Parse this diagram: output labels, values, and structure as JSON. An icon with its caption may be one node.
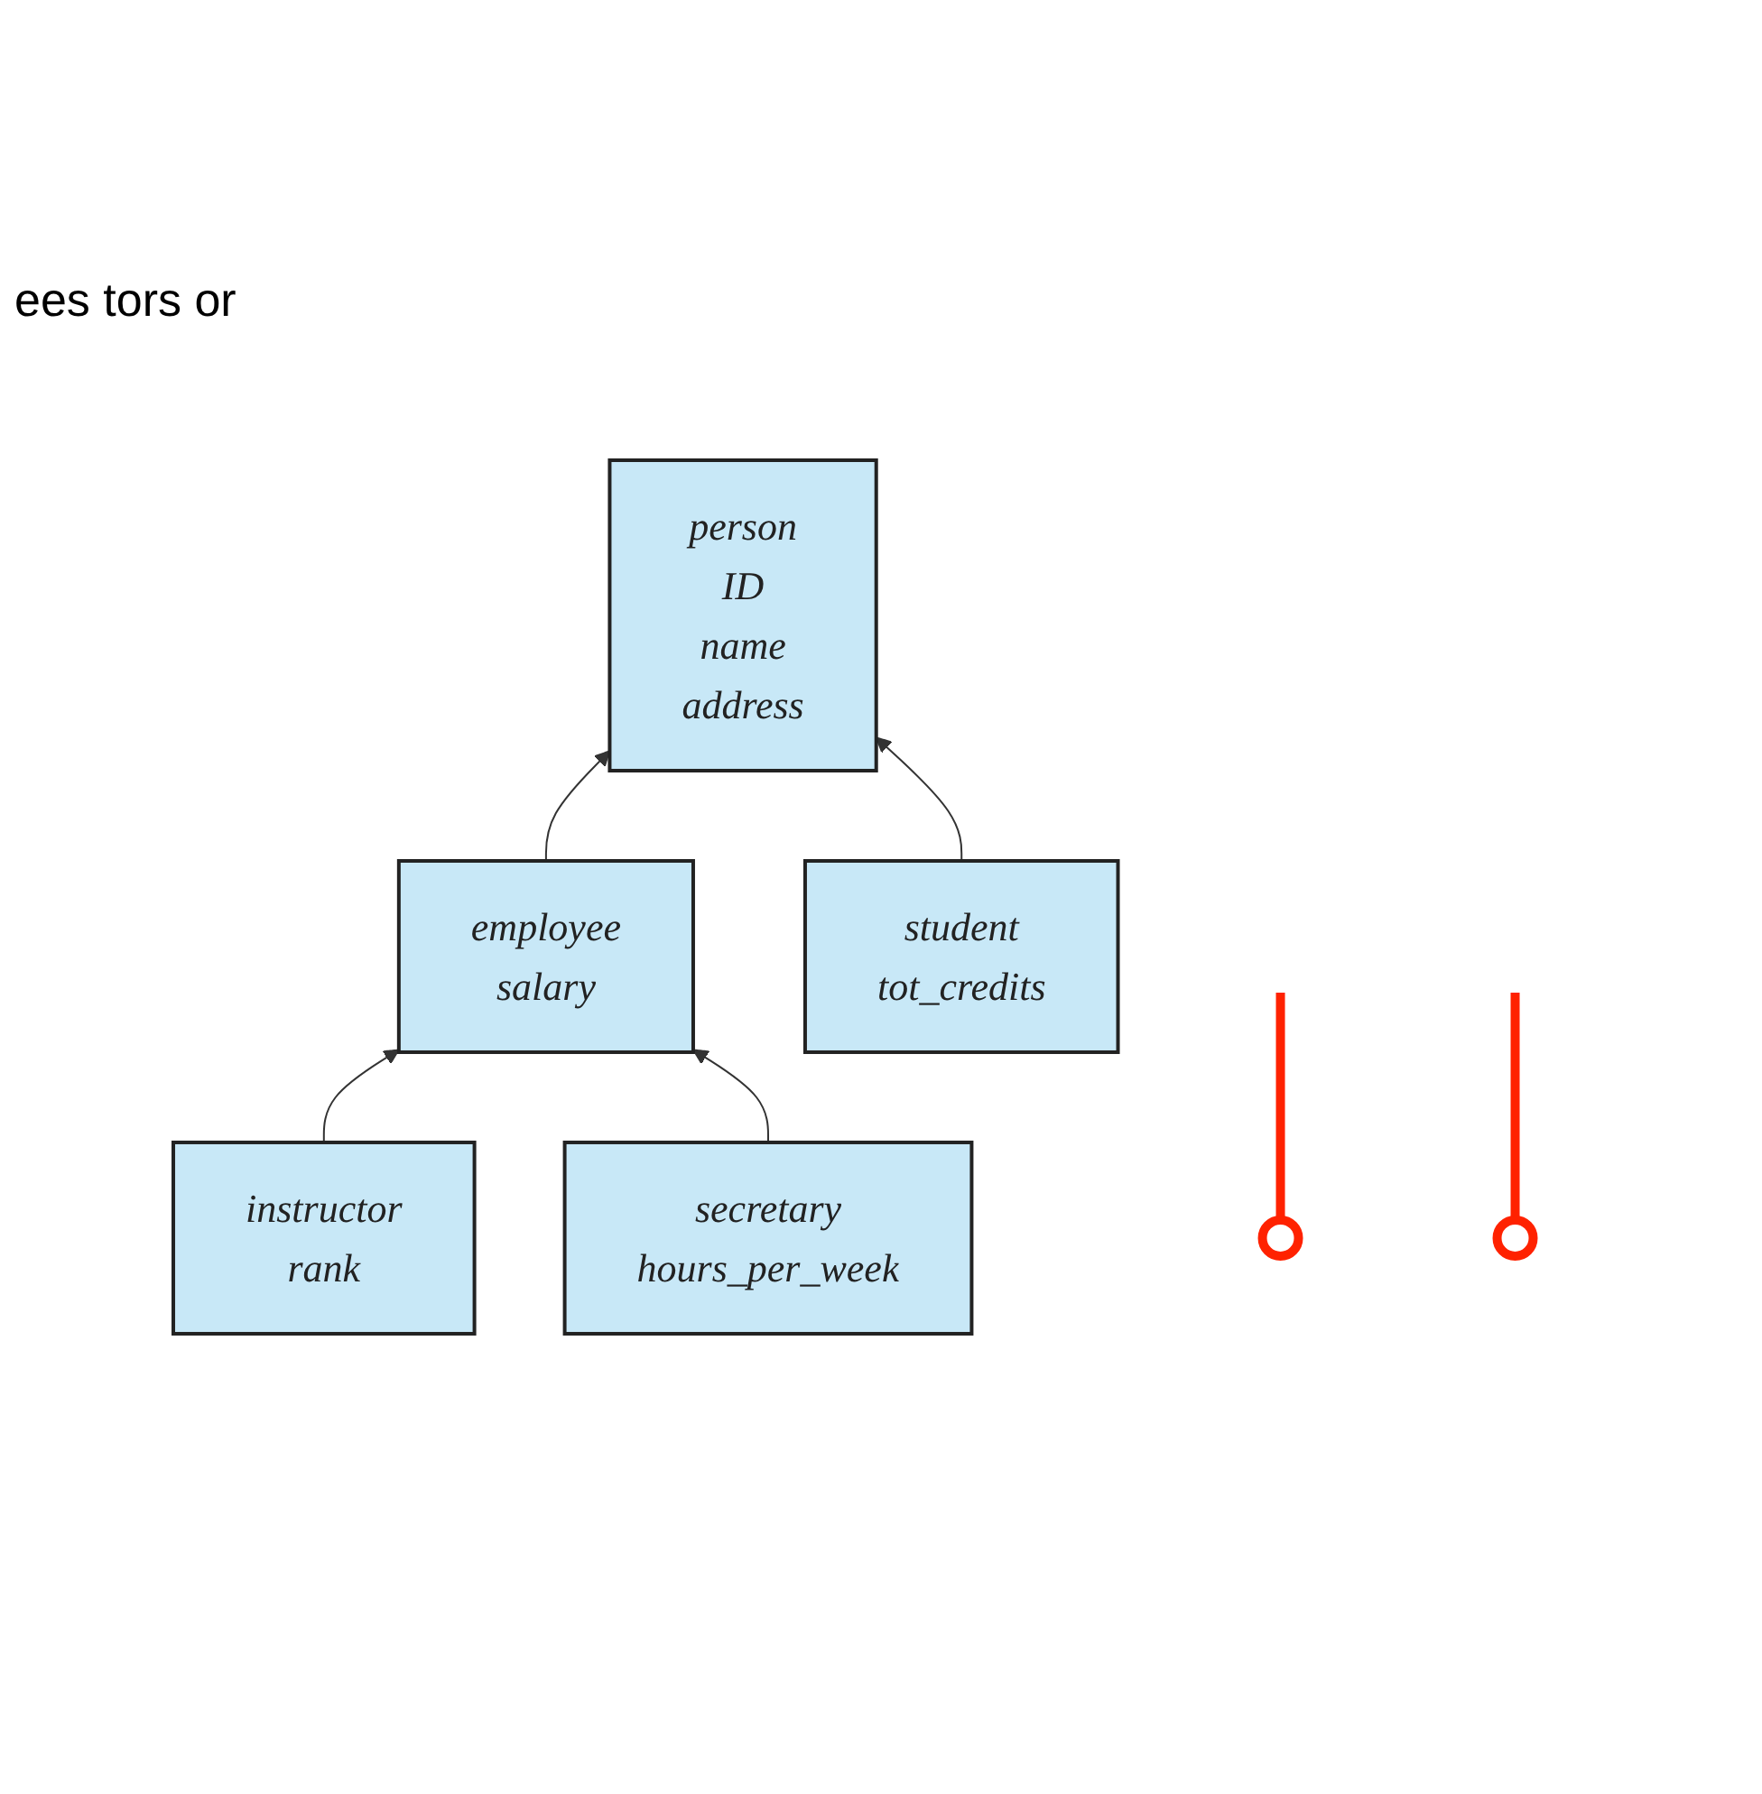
{
  "diagram": {
    "nodes": [
      {
        "text": [
          "person",
          "ID",
          "name",
          "address"
        ]
      },
      {
        "text": [
          "employee",
          "salary"
        ]
      },
      {
        "text": [
          "student",
          "tot_credits"
        ]
      },
      {
        "text": [
          "instructor",
          "rank"
        ]
      },
      {
        "text": [
          "secretary",
          "hours_per_week"
        ]
      },
      {
        "text": [],
        "shape": "circle"
      },
      {
        "text": [],
        "shape": "circle"
      }
    ],
    "edges": [
      {
        "from": 1,
        "to": 0,
        "arrow": "to"
      },
      {
        "from": 2,
        "to": 0,
        "arrow": "to"
      },
      {
        "from": 3,
        "to": 1,
        "arrow": "to"
      },
      {
        "from": 4,
        "to": 1,
        "arrow": "to"
      },
      {
        "from": 5,
        "to": null,
        "arrow": "none",
        "style": "thick",
        "color": "#ff2200"
      },
      {
        "from": 6,
        "to": null,
        "arrow": "none",
        "style": "thick",
        "color": "#ff2200"
      }
    ],
    "labels": [
      "ees tors or"
    ]
  }
}
